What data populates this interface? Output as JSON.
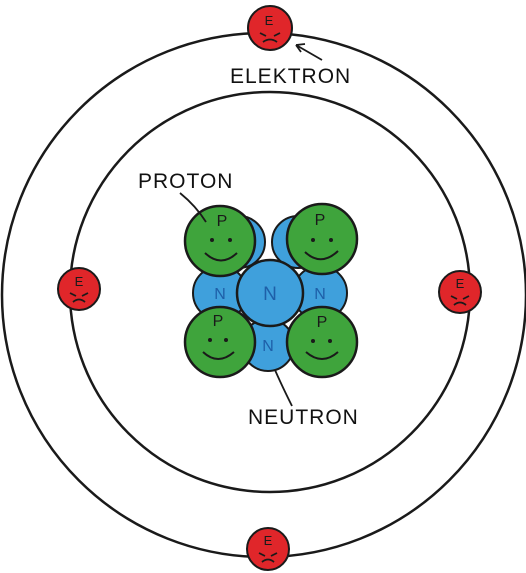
{
  "labels": {
    "electron": "ELEKTRON",
    "proton": "PROTON",
    "neutron": "NEUTRON"
  },
  "particle_letters": {
    "electron": "E",
    "proton": "P",
    "neutron": "N"
  },
  "colors": {
    "electron": "#e0262a",
    "proton": "#3fa43c",
    "neutron": "#3fa0dc",
    "outline": "#1a1a1a",
    "background": "#ffffff"
  }
}
